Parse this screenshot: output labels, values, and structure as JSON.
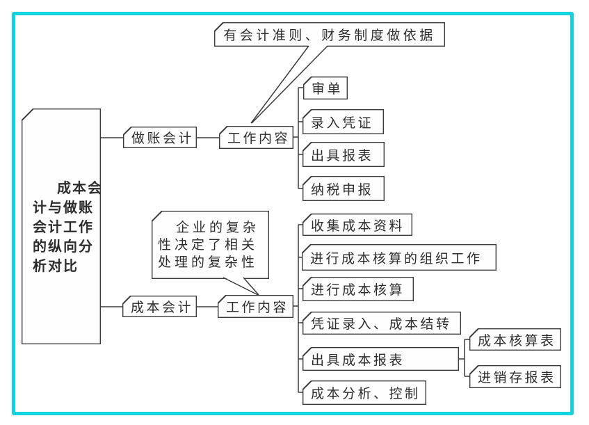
{
  "frame": {
    "border_color": "#13d3dd",
    "background": "#ffffff",
    "line_color": "#3a3a3a"
  },
  "root": {
    "label": "成本会计与做账会计工作的纵向分析对比",
    "lines": [
      "成本会",
      "计与做账",
      "会计工作",
      "的纵向分",
      "析对比"
    ]
  },
  "branches": [
    {
      "label": "做账会计",
      "content_label": "工作内容",
      "callout": "有会计准则、财务制度做依据",
      "children": [
        "审单",
        "录入凭证",
        "出具报表",
        "纳税申报"
      ]
    },
    {
      "label": "成本会计",
      "content_label": "工作内容",
      "callout": "企业的复杂性决定了相关处理的复杂性",
      "callout_lines": [
        "企业的复杂",
        "性决定了相关",
        "处理的复杂性"
      ],
      "children": [
        "收集成本资料",
        "进行成本核算的组织工作",
        "进行成本核算",
        "凭证录入、成本结转",
        "出具成本报表",
        "成本分析、控制"
      ],
      "report_children": [
        "成本核算表",
        "进销存报表"
      ]
    }
  ]
}
